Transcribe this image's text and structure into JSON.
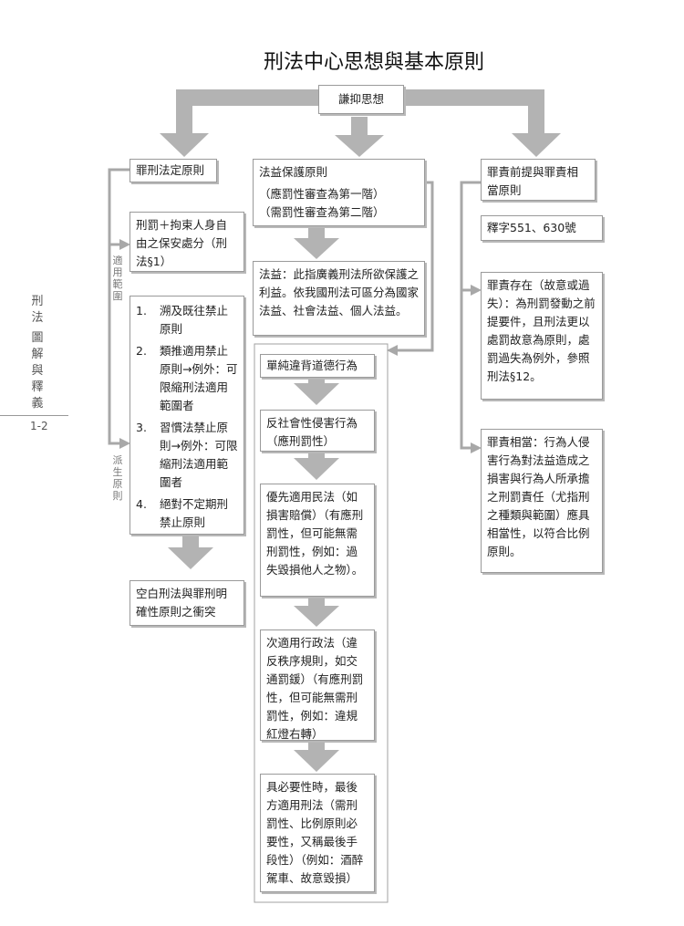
{
  "title": "刑法中心思想與基本原則",
  "root": "謙抑思想",
  "left": {
    "header": "罪刑法定原則",
    "scope_label": "適用範圍",
    "derived_label": "派生原則",
    "scope_text": "刑罰＋拘束人身自由之保安處分（刑法§1）",
    "derived_items": [
      {
        "num": "1.",
        "text": "溯及既往禁止原則"
      },
      {
        "num": "2.",
        "text": "類推適用禁止原則→例外：可限縮刑法適用範圍者"
      },
      {
        "num": "3.",
        "text": "習慣法禁止原則→例外：可限縮刑法適用範圍者"
      },
      {
        "num": "4.",
        "text": "絕對不定期刑禁止原則"
      }
    ],
    "conflict": "空白刑法與罪刑明確性原則之衝突"
  },
  "middle": {
    "header": "法益保護原則",
    "sub1": "（應罰性審查為第一階）",
    "sub2": "（需罰性審查為第二階）",
    "definition": "法益：此指廣義刑法所欲保護之利益。依我國刑法可區分為國家法益、社會法益、個人法益。",
    "steps": [
      "單純違背道德行為",
      "反社會性侵害行為（應刑罰性）",
      "優先適用民法（如損害賠償）（有應刑罰性，但可能無需刑罰性，例如：過失毀損他人之物）。",
      "次適用行政法（違反秩序規則，如交通罰鍰）（有應刑罰性，但可能無需刑罰性，例如：違規紅燈右轉）",
      "具必要性時，最後方適用刑法（需刑罰性、比例原則必要性，又稱最後手段性）（例如：酒醉駕車、故意毀損）"
    ]
  },
  "right": {
    "header": "罪責前提與罪責相當原則",
    "interpretation": "釋字551、630號",
    "existence": "罪責存在（故意或過失）：為刑罰發動之前提要件，且刑法更以處罰故意為原則，處罰過失為例外，參照刑法§12。",
    "equivalence": "罪責相當：行為人侵害行為對法益造成之損害與行為人所承擔之刑罰責任（尤指刑之種類與範圍）應具相當性，以符合比例原則。"
  },
  "side_margin": {
    "book": "刑法",
    "series": "圖解與釋義",
    "page": "1-2"
  },
  "colors": {
    "arrow": "#b3b3b3",
    "line": "#a8a8a8"
  }
}
